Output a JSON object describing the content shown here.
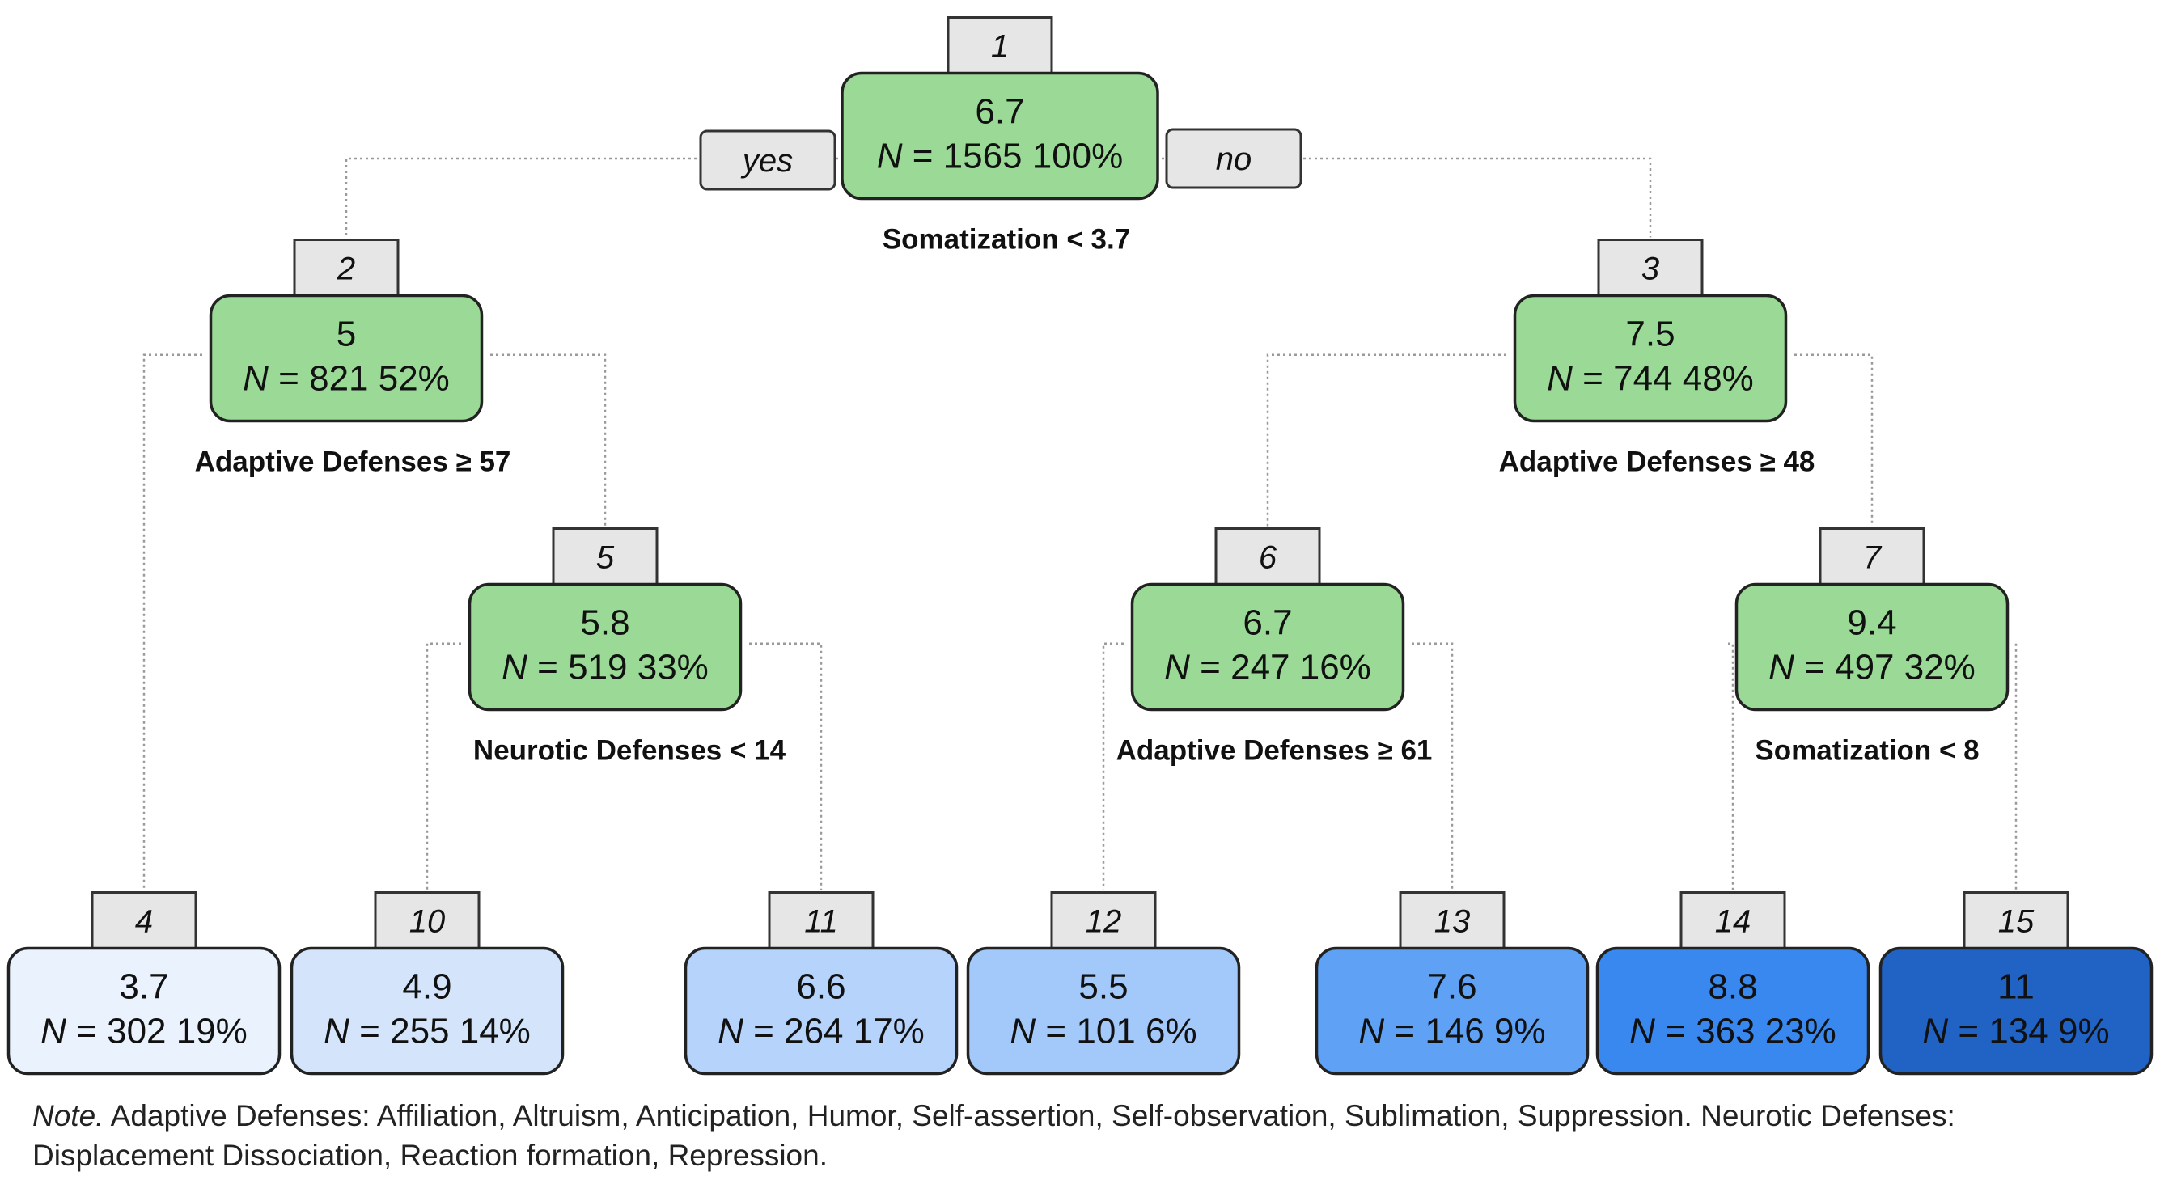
{
  "colors": {
    "green": "#9ad996",
    "id_box": "#e6e6e6",
    "edge": "#9a9a9a",
    "leaf_4": "#eaf3fd",
    "leaf_10": "#d3e4fb",
    "leaf_11": "#b6d3fb",
    "leaf_12": "#a3c8fa",
    "leaf_13": "#5fa1f4",
    "leaf_14": "#3888f0",
    "leaf_15": "#2163c4"
  },
  "branch_labels": {
    "yes": "yes",
    "no": "no"
  },
  "nodes": [
    {
      "id": "1",
      "value": "6.7",
      "n": "1565",
      "pct": "100%",
      "fill": "green",
      "split": "Somatization < 3.7"
    },
    {
      "id": "2",
      "value": "5",
      "n": "821",
      "pct": "52%",
      "fill": "green",
      "split": "Adaptive Defenses ≥ 57"
    },
    {
      "id": "3",
      "value": "7.5",
      "n": "744",
      "pct": "48%",
      "fill": "green",
      "split": "Adaptive Defenses ≥ 48"
    },
    {
      "id": "5",
      "value": "5.8",
      "n": "519",
      "pct": "33%",
      "fill": "green",
      "split": "Neurotic Defenses < 14"
    },
    {
      "id": "6",
      "value": "6.7",
      "n": "247",
      "pct": "16%",
      "fill": "green",
      "split": "Adaptive Defenses ≥ 61"
    },
    {
      "id": "7",
      "value": "9.4",
      "n": "497",
      "pct": "32%",
      "fill": "green",
      "split": "Somatization < 8"
    },
    {
      "id": "4",
      "value": "3.7",
      "n": "302",
      "pct": "19%",
      "fill": "leaf_4"
    },
    {
      "id": "10",
      "value": "4.9",
      "n": "255",
      "pct": "14%",
      "fill": "leaf_10"
    },
    {
      "id": "11",
      "value": "6.6",
      "n": "264",
      "pct": "17%",
      "fill": "leaf_11"
    },
    {
      "id": "12",
      "value": "5.5",
      "n": "101",
      "pct": "6%",
      "fill": "leaf_12"
    },
    {
      "id": "13",
      "value": "7.6",
      "n": "146",
      "pct": "9%",
      "fill": "leaf_13"
    },
    {
      "id": "14",
      "value": "8.8",
      "n": "363",
      "pct": "23%",
      "fill": "leaf_14"
    },
    {
      "id": "15",
      "value": "11",
      "n": "134",
      "pct": "9%",
      "fill": "leaf_15"
    }
  ],
  "edges": [
    [
      "1",
      "2"
    ],
    [
      "1",
      "3"
    ],
    [
      "2",
      "4"
    ],
    [
      "2",
      "5"
    ],
    [
      "5",
      "10"
    ],
    [
      "5",
      "11"
    ],
    [
      "3",
      "6"
    ],
    [
      "3",
      "7"
    ],
    [
      "6",
      "12"
    ],
    [
      "6",
      "13"
    ],
    [
      "7",
      "14"
    ],
    [
      "7",
      "15"
    ]
  ],
  "note": {
    "lead": "Note.",
    "text": " Adaptive Defenses: Affiliation, Altruism, Anticipation, Humor, Self-assertion, Self-observation, Sublimation, Suppression. Neurotic Defenses: Displacement Dissociation, Reaction formation, Repression."
  }
}
